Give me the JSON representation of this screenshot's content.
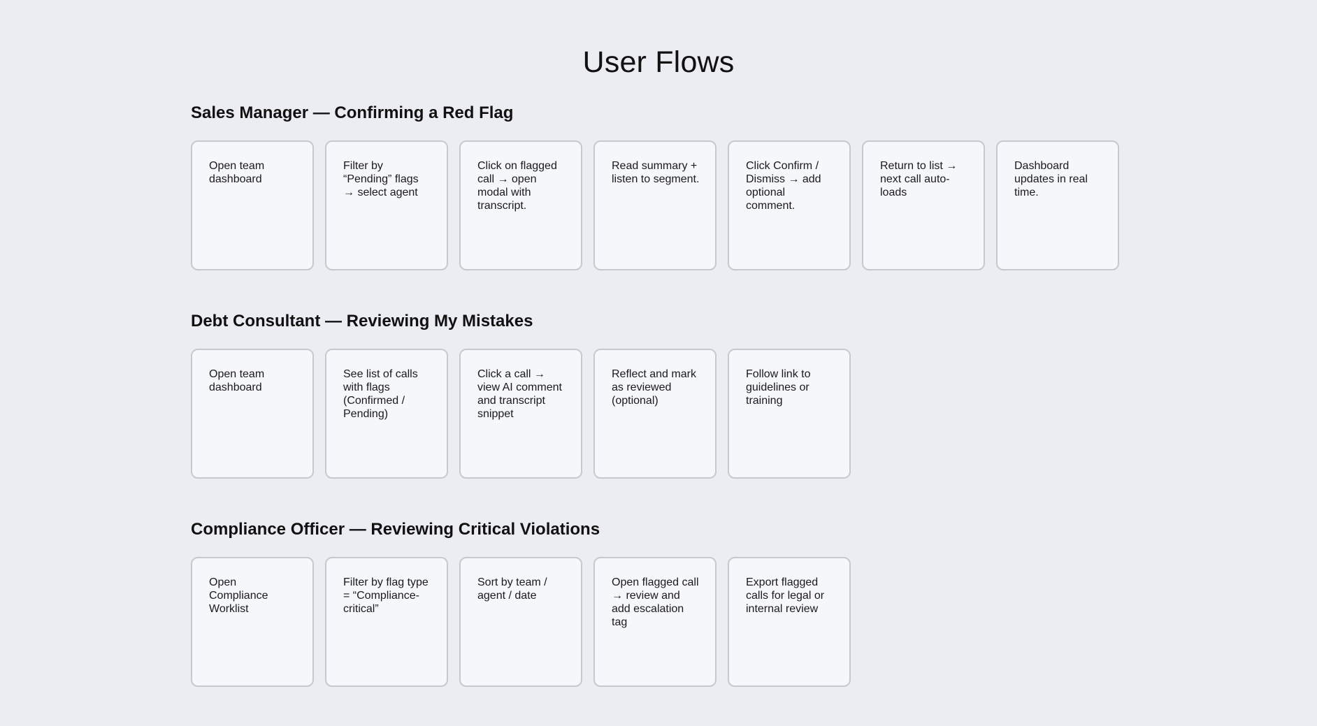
{
  "title": "User Flows",
  "flows": [
    {
      "title": "Sales Manager — Confirming a Red Flag",
      "steps": [
        "Open team dashboard",
        "Filter by “Pending” flags → select agent",
        "Click on flagged call → open modal with transcript.",
        "Read summary + listen to segment.",
        "Click Confirm / Dismiss → add optional comment.",
        "Return to list → next call auto-loads",
        "Dashboard updates in real time."
      ]
    },
    {
      "title": "Debt Consultant — Reviewing My Mistakes",
      "steps": [
        "Open team dashboard",
        "See list of calls with flags (Confirmed / Pending)",
        "Click a call → view AI comment and transcript snippet",
        "Reflect and mark as reviewed (optional)",
        "Follow link to guidelines or training"
      ]
    },
    {
      "title": "Compliance Officer — Reviewing Critical Violations",
      "steps": [
        "Open Compliance Worklist",
        "Filter by flag type = “Compliance-critical”",
        "Sort by team / agent / date",
        "Open flagged call → review and add escalation tag",
        "Export flagged calls for legal or internal review"
      ]
    }
  ]
}
